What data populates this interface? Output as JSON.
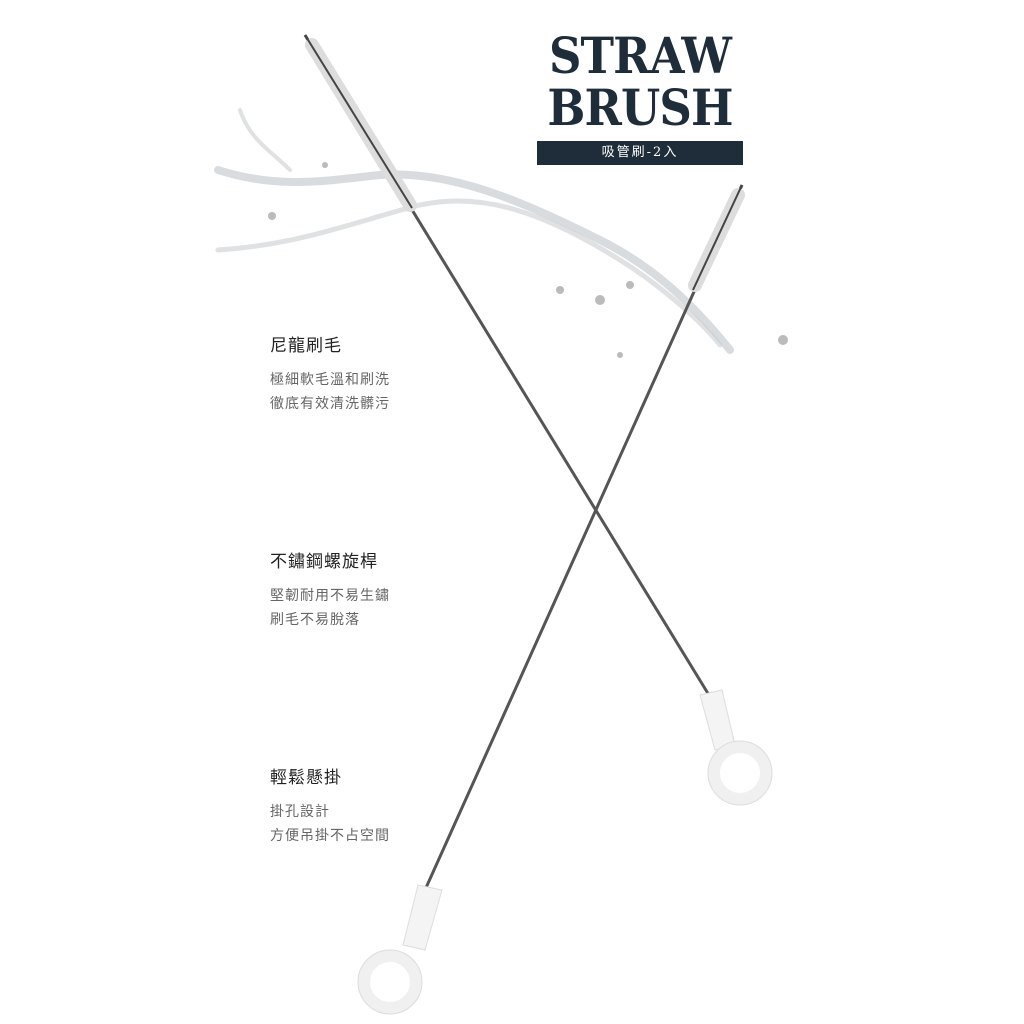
{
  "header": {
    "title_line1": "STRAW",
    "title_line2": "BRUSH",
    "subtitle": "吸管刷-2入"
  },
  "features": [
    {
      "title": "尼龍刷毛",
      "lines": [
        "極細軟毛溫和刷洗",
        "徹底有效清洗髒污"
      ]
    },
    {
      "title": "不鏽鋼螺旋桿",
      "lines": [
        "堅韌耐用不易生鏽",
        "刷毛不易脫落"
      ]
    },
    {
      "title": "輕鬆懸掛",
      "lines": [
        "掛孔設計",
        "方便吊掛不占空間"
      ]
    }
  ],
  "colors": {
    "brand": "#1f2d3a",
    "wire": "#555555",
    "handle": "#f4f4f4"
  }
}
